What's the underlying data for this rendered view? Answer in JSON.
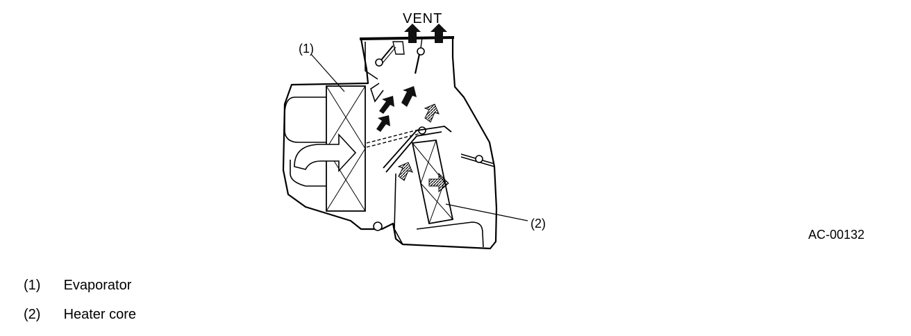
{
  "diagram": {
    "vent_label": "VENT",
    "callout_1": "(1)",
    "callout_2": "(2)",
    "figure_code": "AC-00132"
  },
  "legend": [
    {
      "number": "(1)",
      "text": "Evaporator"
    },
    {
      "number": "(2)",
      "text": "Heater core"
    }
  ],
  "colors": {
    "line": "#000000",
    "background": "#ffffff",
    "hatched_arrow": "#555555"
  }
}
